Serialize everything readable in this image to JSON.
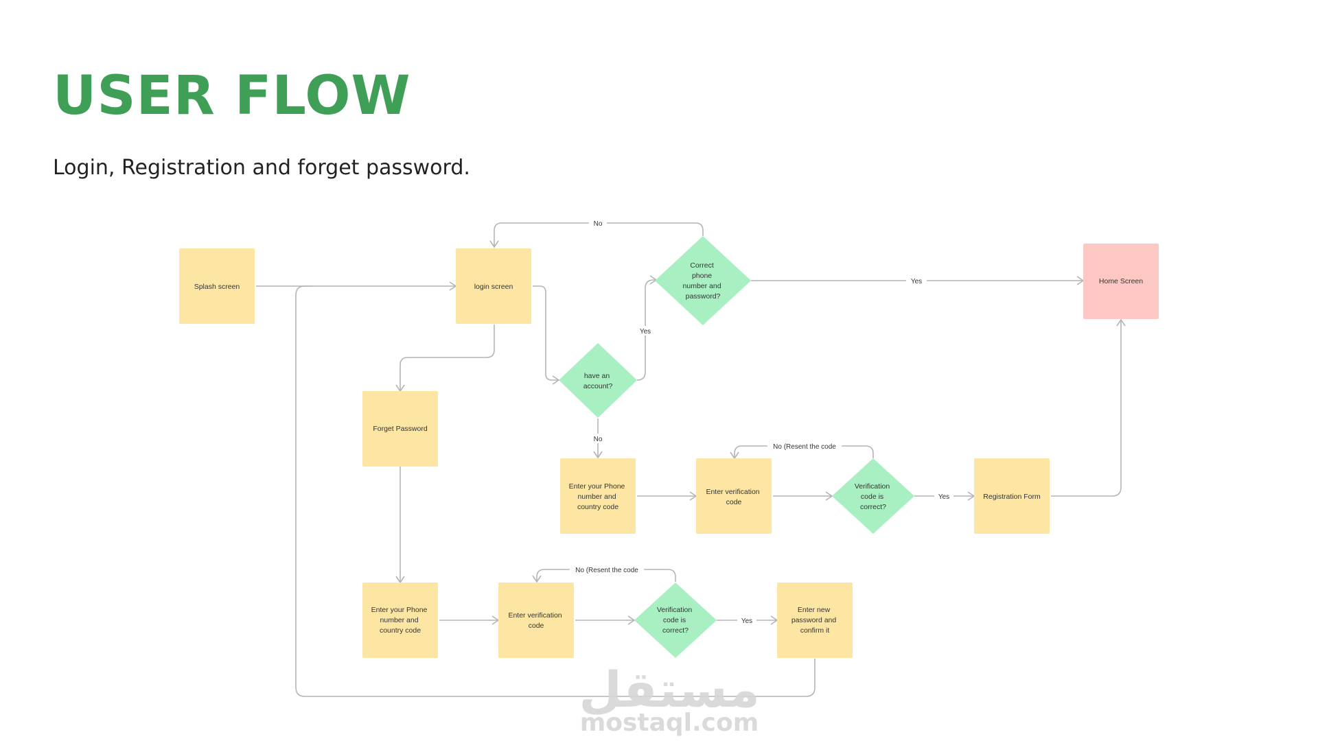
{
  "header": {
    "title": "USER FLOW",
    "subtitle": "Login, Registration and forget password."
  },
  "colors": {
    "title": "#3f9f57",
    "process": "#fde6a3",
    "decision": "#a8f0c2",
    "terminal": "#fdc8c3",
    "edge": "#b4b4b4"
  },
  "nodes": {
    "splash": {
      "lines": [
        "Splash screen"
      ]
    },
    "login": {
      "lines": [
        "login screen"
      ]
    },
    "correct": {
      "lines": [
        "Correct",
        "phone",
        "number and",
        "password?"
      ]
    },
    "home": {
      "lines": [
        "Home Screen"
      ]
    },
    "have_account": {
      "lines": [
        "have an",
        "account?"
      ]
    },
    "forget": {
      "lines": [
        "Forget Password"
      ]
    },
    "reg_phone": {
      "lines": [
        "Enter your Phone",
        "number and",
        "country code"
      ]
    },
    "reg_verify": {
      "lines": [
        "Enter verification",
        "code"
      ]
    },
    "reg_check": {
      "lines": [
        "Verification",
        "code is",
        "correct?"
      ]
    },
    "reg_form": {
      "lines": [
        "Registration Form"
      ]
    },
    "fp_phone": {
      "lines": [
        "Enter your Phone",
        "number and",
        "country code"
      ]
    },
    "fp_verify": {
      "lines": [
        "Enter verification",
        "code"
      ]
    },
    "fp_check": {
      "lines": [
        "Verification",
        "code is",
        "correct?"
      ]
    },
    "fp_newpass": {
      "lines": [
        "Enter new",
        "password and",
        "confirm it"
      ]
    }
  },
  "edge_labels": {
    "no_top": "No",
    "yes_home": "Yes",
    "yes_account": "Yes",
    "no_account": "No",
    "reg_resend": "No (Resent the code",
    "reg_yes": "Yes",
    "fp_resend": "No (Resent the code",
    "fp_yes": "Yes"
  },
  "watermark": {
    "arabic": "مستقل",
    "latin": "mostaql.com"
  }
}
